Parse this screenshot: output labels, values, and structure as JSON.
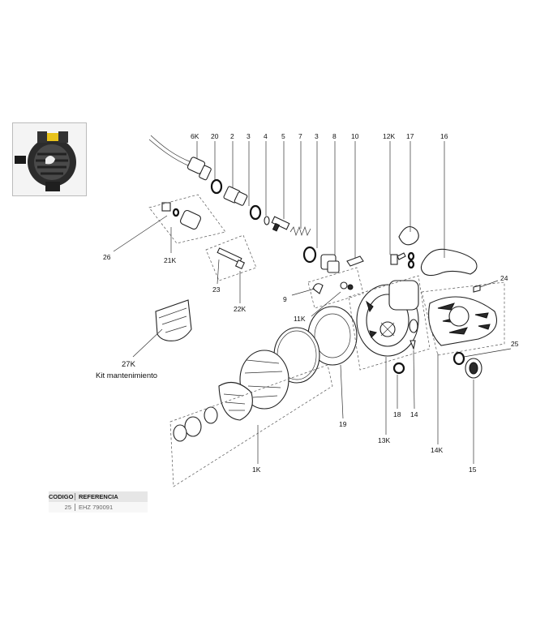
{
  "callouts": [
    {
      "id": "6K",
      "label": "6K"
    },
    {
      "id": "20",
      "label": "20"
    },
    {
      "id": "2",
      "label": "2"
    },
    {
      "id": "3a",
      "label": "3"
    },
    {
      "id": "4",
      "label": "4"
    },
    {
      "id": "5",
      "label": "5"
    },
    {
      "id": "7",
      "label": "7"
    },
    {
      "id": "3b",
      "label": "3"
    },
    {
      "id": "8",
      "label": "8"
    },
    {
      "id": "10",
      "label": "10"
    },
    {
      "id": "12K",
      "label": "12K"
    },
    {
      "id": "17",
      "label": "17"
    },
    {
      "id": "16",
      "label": "16"
    },
    {
      "id": "26",
      "label": "26"
    },
    {
      "id": "21K",
      "label": "21K"
    },
    {
      "id": "23",
      "label": "23"
    },
    {
      "id": "22K",
      "label": "22K"
    },
    {
      "id": "9",
      "label": "9"
    },
    {
      "id": "11K",
      "label": "11K"
    },
    {
      "id": "24",
      "label": "24"
    },
    {
      "id": "25",
      "label": "25"
    },
    {
      "id": "27K",
      "label": "27K"
    },
    {
      "id": "19",
      "label": "19"
    },
    {
      "id": "18",
      "label": "18"
    },
    {
      "id": "14",
      "label": "14"
    },
    {
      "id": "13K",
      "label": "13K"
    },
    {
      "id": "14K",
      "label": "14K"
    },
    {
      "id": "15",
      "label": "15"
    },
    {
      "id": "1K",
      "label": "1K"
    }
  ],
  "kit_label": "Kit mantenimiento",
  "table": {
    "header_code": "CODIGO",
    "header_ref": "REFERENCIA",
    "rows": [
      {
        "code": "25",
        "ref": "EHZ 790091"
      }
    ]
  },
  "colors": {
    "line": "#333333",
    "part_fill": "#ffffff",
    "dark_part": "#2a2a2a",
    "accent_yellow": "#e8c21a"
  }
}
